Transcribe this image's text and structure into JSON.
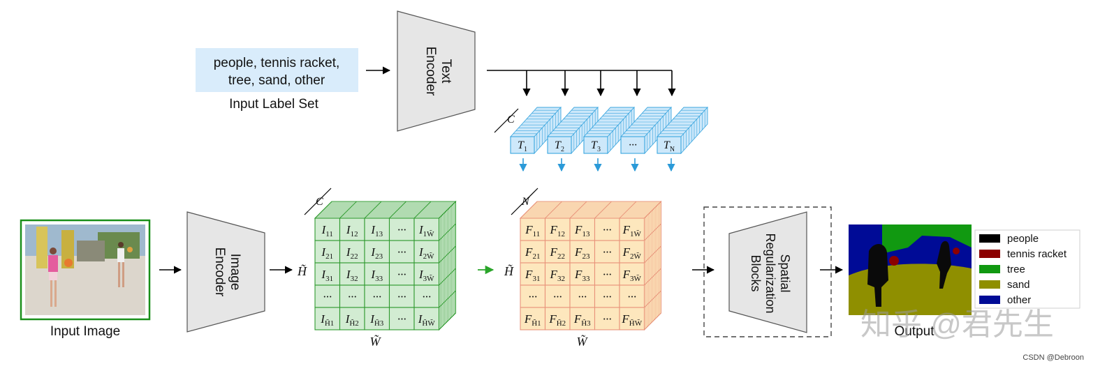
{
  "input_label_set": {
    "line1": "people, tennis racket,",
    "line2": "tree, sand, other",
    "caption": "Input Label Set"
  },
  "text_encoder": {
    "line1": "Text",
    "line2": "Encoder"
  },
  "image_encoder": {
    "line1": "Image",
    "line2": "Encoder"
  },
  "spatial_block": {
    "line1": "Spatial",
    "line2": "Regularization",
    "line3": "Blocks"
  },
  "input_image_caption": "Input Image",
  "output_caption": "Output",
  "text_embeddings": {
    "dim_label": "C",
    "tokens": [
      {
        "base": "T",
        "sub": "1"
      },
      {
        "base": "T",
        "sub": "2"
      },
      {
        "base": "T",
        "sub": "3"
      },
      {
        "base": "···",
        "sub": ""
      },
      {
        "base": "T",
        "sub": "N"
      }
    ]
  },
  "image_features": {
    "dim_label": "C",
    "height_label": "H̃",
    "width_label": "W̃",
    "rows": [
      [
        {
          "b": "I",
          "s": "11"
        },
        {
          "b": "I",
          "s": "12"
        },
        {
          "b": "I",
          "s": "13"
        },
        {
          "b": "···",
          "s": ""
        },
        {
          "b": "I",
          "s": "1W̃"
        }
      ],
      [
        {
          "b": "I",
          "s": "21"
        },
        {
          "b": "I",
          "s": "22"
        },
        {
          "b": "I",
          "s": "23"
        },
        {
          "b": "···",
          "s": ""
        },
        {
          "b": "I",
          "s": "2W̃"
        }
      ],
      [
        {
          "b": "I",
          "s": "31"
        },
        {
          "b": "I",
          "s": "32"
        },
        {
          "b": "I",
          "s": "33"
        },
        {
          "b": "···",
          "s": ""
        },
        {
          "b": "I",
          "s": "3W̃"
        }
      ],
      [
        {
          "b": "···",
          "s": ""
        },
        {
          "b": "···",
          "s": ""
        },
        {
          "b": "···",
          "s": ""
        },
        {
          "b": "···",
          "s": ""
        },
        {
          "b": "···",
          "s": ""
        }
      ],
      [
        {
          "b": "I",
          "s": "H̃1"
        },
        {
          "b": "I",
          "s": "H̃2"
        },
        {
          "b": "I",
          "s": "H̃3"
        },
        {
          "b": "···",
          "s": ""
        },
        {
          "b": "I",
          "s": "H̃W̃"
        }
      ]
    ]
  },
  "fused_features": {
    "dim_label": "N",
    "height_label": "H̃",
    "width_label": "W̃",
    "rows": [
      [
        {
          "b": "F",
          "s": "11"
        },
        {
          "b": "F",
          "s": "12"
        },
        {
          "b": "F",
          "s": "13"
        },
        {
          "b": "···",
          "s": ""
        },
        {
          "b": "F",
          "s": "1W̃"
        }
      ],
      [
        {
          "b": "F",
          "s": "21"
        },
        {
          "b": "F",
          "s": "22"
        },
        {
          "b": "F",
          "s": "23"
        },
        {
          "b": "···",
          "s": ""
        },
        {
          "b": "F",
          "s": "2W̃"
        }
      ],
      [
        {
          "b": "F",
          "s": "31"
        },
        {
          "b": "F",
          "s": "32"
        },
        {
          "b": "F",
          "s": "33"
        },
        {
          "b": "···",
          "s": ""
        },
        {
          "b": "F",
          "s": "3W̃"
        }
      ],
      [
        {
          "b": "···",
          "s": ""
        },
        {
          "b": "···",
          "s": ""
        },
        {
          "b": "···",
          "s": ""
        },
        {
          "b": "···",
          "s": ""
        },
        {
          "b": "···",
          "s": ""
        }
      ],
      [
        {
          "b": "F",
          "s": "H̃1"
        },
        {
          "b": "F",
          "s": "H̃2"
        },
        {
          "b": "F",
          "s": "H̃3"
        },
        {
          "b": "···",
          "s": ""
        },
        {
          "b": "F",
          "s": "H̃W̃"
        }
      ]
    ]
  },
  "legend": [
    {
      "label": "people",
      "color": "#000000"
    },
    {
      "label": "tennis racket",
      "color": "#8b0000"
    },
    {
      "label": "tree",
      "color": "#119911"
    },
    {
      "label": "sand",
      "color": "#8f8f00"
    },
    {
      "label": "other",
      "color": "#000b96"
    }
  ],
  "watermark": "知乎 @君先生",
  "credit": "CSDN @Debroon",
  "colors": {
    "label_bg": "#d9ecfb",
    "encoder_fill": "#e6e6e6",
    "green_front": "#d2ecd2",
    "green_edge": "#2e9a2e",
    "orange_front": "#fde7bd",
    "orange_edge": "#e8937a",
    "blue_front": "#cde8fa",
    "blue_edge": "#3aa6df",
    "arrow_blue": "#2b9ad8",
    "arrow_green": "#2aa52a"
  }
}
